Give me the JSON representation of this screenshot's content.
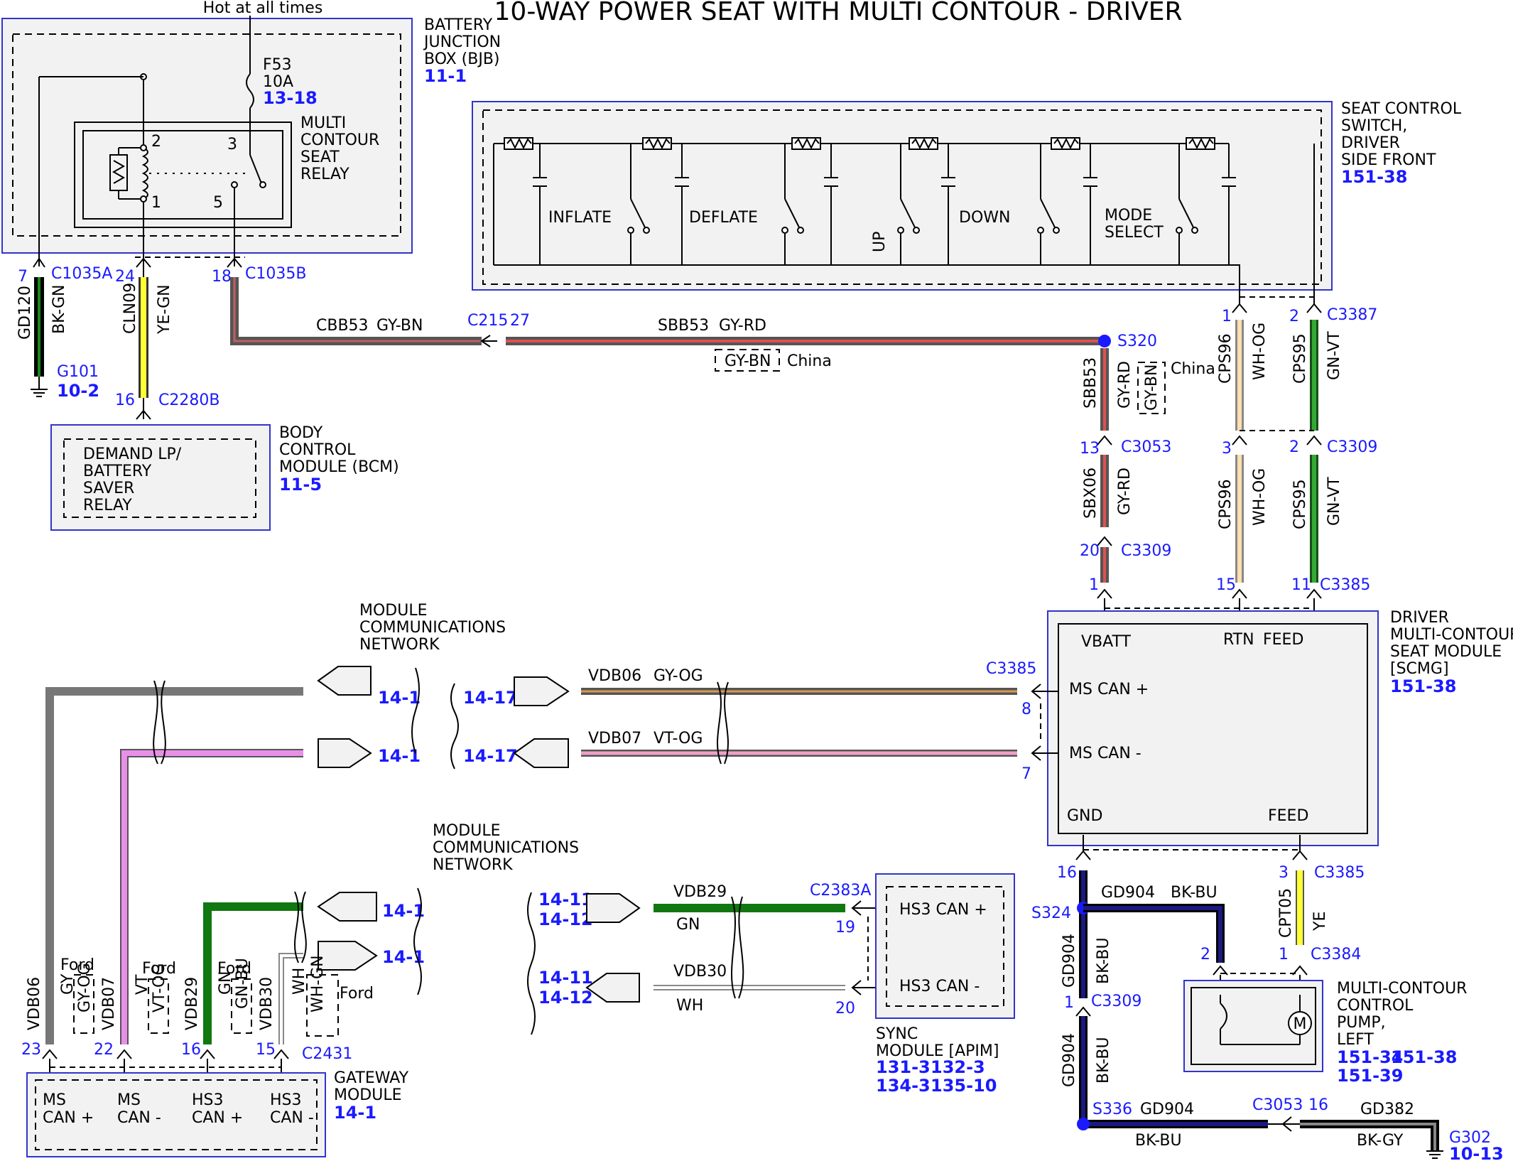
{
  "title": "10-WAY POWER SEAT WITH MULTI CONTOUR - DRIVER",
  "hot_label": "Hot at all times",
  "bjb": {
    "name": [
      "BATTERY",
      "JUNCTION",
      "BOX (BJB)"
    ],
    "ref": "11-1",
    "fuse": "F53",
    "fuse_amp": "10A",
    "fuse_ref": "13-18",
    "relay": [
      "MULTI",
      "CONTOUR",
      "SEAT",
      "RELAY"
    ],
    "pins": [
      "2",
      "3",
      "1",
      "5"
    ]
  },
  "seat_switch": {
    "name": [
      "SEAT CONTROL",
      "SWITCH,",
      "DRIVER",
      "SIDE FRONT"
    ],
    "ref": "151-38",
    "functions": [
      "INFLATE",
      "DEFLATE",
      "UP",
      "DOWN",
      "MODE",
      "SELECT"
    ]
  },
  "bcm": {
    "name": [
      "BODY",
      "CONTROL",
      "MODULE (BCM)"
    ],
    "ref": "11-5",
    "inner": [
      "DEMAND LP/",
      "BATTERY",
      "SAVER",
      "RELAY"
    ]
  },
  "scmg": {
    "name": [
      "DRIVER",
      "MULTI-CONTOUR",
      "SEAT MODULE",
      "[SCMG]"
    ],
    "ref": "151-38",
    "pins": [
      "VBATT",
      "RTN",
      "FEED",
      "MS CAN +",
      "MS CAN -",
      "GND",
      "FEED"
    ]
  },
  "gateway": {
    "name": [
      "GATEWAY",
      "MODULE"
    ],
    "ref": "14-1",
    "pins": [
      "MS",
      "CAN +",
      "MS",
      "CAN -",
      "HS3",
      "CAN +",
      "HS3",
      "CAN -"
    ]
  },
  "sync": {
    "name": [
      "SYNC",
      "MODULE [APIM]"
    ],
    "refs": [
      "131-3",
      "132-3",
      "134-3",
      "135-10"
    ],
    "pins": [
      "HS3 CAN +",
      "HS3 CAN -"
    ]
  },
  "pump": {
    "name": [
      "MULTI-CONTOUR",
      "CONTROL",
      "PUMP,",
      "LEFT"
    ],
    "refs": [
      "151-34",
      "151-38",
      "151-39"
    ],
    "motor": "M"
  },
  "network_label": [
    "MODULE",
    "COMMUNICATIONS",
    "NETWORK"
  ],
  "connectors": [
    "C1035A",
    "C1035B",
    "C2280B",
    "G101",
    "C215",
    "S320",
    "C3387",
    "C3053",
    "C3309",
    "C3385",
    "C3384",
    "S324",
    "S336",
    "C3053",
    "G302",
    "C2431",
    "C2383A"
  ],
  "wires": {
    "gd120": [
      "GD120",
      "BK-GN"
    ],
    "cln09": [
      "CLN09",
      "YE-GN"
    ],
    "cbb53": [
      "CBB53",
      "GY-BN"
    ],
    "sbb53": [
      "SBB53",
      "GY-RD"
    ],
    "china": "China",
    "gybn": "GY-BN",
    "sbx06": [
      "SBX06",
      "GY-RD"
    ],
    "cps96": [
      "CPS96",
      "WH-OG"
    ],
    "cps95": [
      "CPS95",
      "GN-VT"
    ],
    "vdb06": [
      "VDB06",
      "GY-OG"
    ],
    "vdb07": [
      "VDB07",
      "VT-OG"
    ],
    "vdb29": [
      "VDB29",
      "GN"
    ],
    "vdb30": [
      "VDB30",
      "WH"
    ],
    "gd904": [
      "GD904",
      "BK-BU"
    ],
    "cpt05": [
      "CPT05",
      "YE"
    ],
    "gd382": [
      "GD382",
      "BK-GY"
    ],
    "gw_vdb06": [
      "VDB06",
      "GY",
      "GY-OG",
      "Ford"
    ],
    "gw_vdb07": [
      "VDB07",
      "VT",
      "VT-OG",
      "Ford"
    ],
    "gw_vdb29": [
      "VDB29",
      "GN",
      "GN-BU",
      "Ford"
    ],
    "gw_vdb30": [
      "VDB30",
      "WH",
      "WH-GN",
      "Ford"
    ]
  },
  "numbers": [
    "7",
    "24",
    "18",
    "16",
    "27",
    "1",
    "2",
    "13",
    "3",
    "2",
    "20",
    "15",
    "11",
    "1",
    "8",
    "7",
    "16",
    "3",
    "2",
    "1",
    "1",
    "16",
    "23",
    "22",
    "16",
    "15",
    "19",
    "20"
  ],
  "refs": [
    "10-2",
    "10-13",
    "14-1",
    "14-1",
    "14-17",
    "14-17",
    "14-1",
    "14-1",
    "14-11",
    "14-12",
    "14-11",
    "14-12"
  ]
}
